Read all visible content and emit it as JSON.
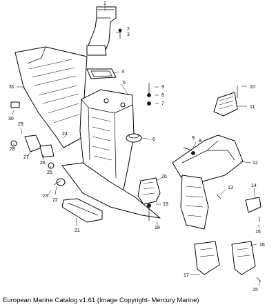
{
  "caption": "European Marine Catalog v1.61 (Image Copyright- Mercury Marine)",
  "callouts": {
    "c1": "1",
    "c2": "2",
    "c3": "3",
    "c4": "4",
    "c5": "5",
    "c6": "6",
    "c7": "7",
    "c8a": "8",
    "c8b": "8",
    "c9a": "9",
    "c9b": "9",
    "c10": "10",
    "c11": "11",
    "c12": "12",
    "c13": "13",
    "c14": "14",
    "c15a": "15",
    "c15b": "15",
    "c16": "16",
    "c17": "17",
    "c18": "18",
    "c19": "19",
    "c20": "20",
    "c21": "21",
    "c22": "22",
    "c23": "23",
    "c24": "24",
    "c25": "25",
    "c26": "26",
    "c27": "27",
    "c28": "28",
    "c29": "29",
    "c30": "30",
    "c31": "31"
  }
}
